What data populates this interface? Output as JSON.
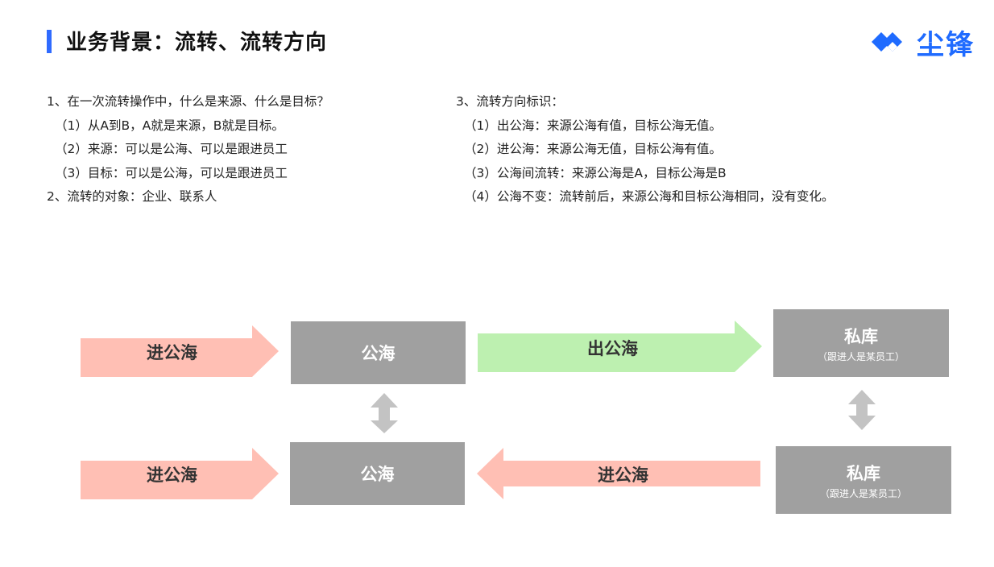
{
  "header": {
    "title": "业务背景：流转、流转方向",
    "logo_text": "尘锋",
    "accent": "#2f6bff"
  },
  "notes_left": {
    "lines": [
      "1、在一次流转操作中，什么是来源、什么是目标？",
      "（1）从A到B，A就是来源，B就是目标。",
      "（2）来源：可以是公海、可以是跟进员工",
      "（3）目标：可以是公海，可以是跟进员工",
      "2、流转的对象：企业、联系人"
    ]
  },
  "notes_right": {
    "lines": [
      "3、流转方向标识：",
      "（1）出公海：来源公海有值，目标公海无值。",
      "（2）进公海：来源公海无值，目标公海有值。",
      "（3）公海间流转：来源公海是A，目标公海是B",
      "（4）公海不变：流转前后，来源公海和目标公海相同，没有变化。"
    ]
  },
  "diagram": {
    "row1": {
      "in_arrow_label": "进公海",
      "public_box": "公海",
      "out_arrow_label": "出公海",
      "private_box": "私库",
      "private_sub": "（跟进人是某员工）"
    },
    "row2": {
      "in_arrow_label": "进公海",
      "public_box": "公海",
      "back_arrow_label": "进公海",
      "private_box": "私库",
      "private_sub": "（跟进人是某员工）"
    },
    "colors": {
      "in_arrow": "#ffbfb4",
      "out_arrow": "#bdf0b0",
      "box": "#a0a0a0",
      "swap_arrow": "#c3c3c3"
    }
  }
}
